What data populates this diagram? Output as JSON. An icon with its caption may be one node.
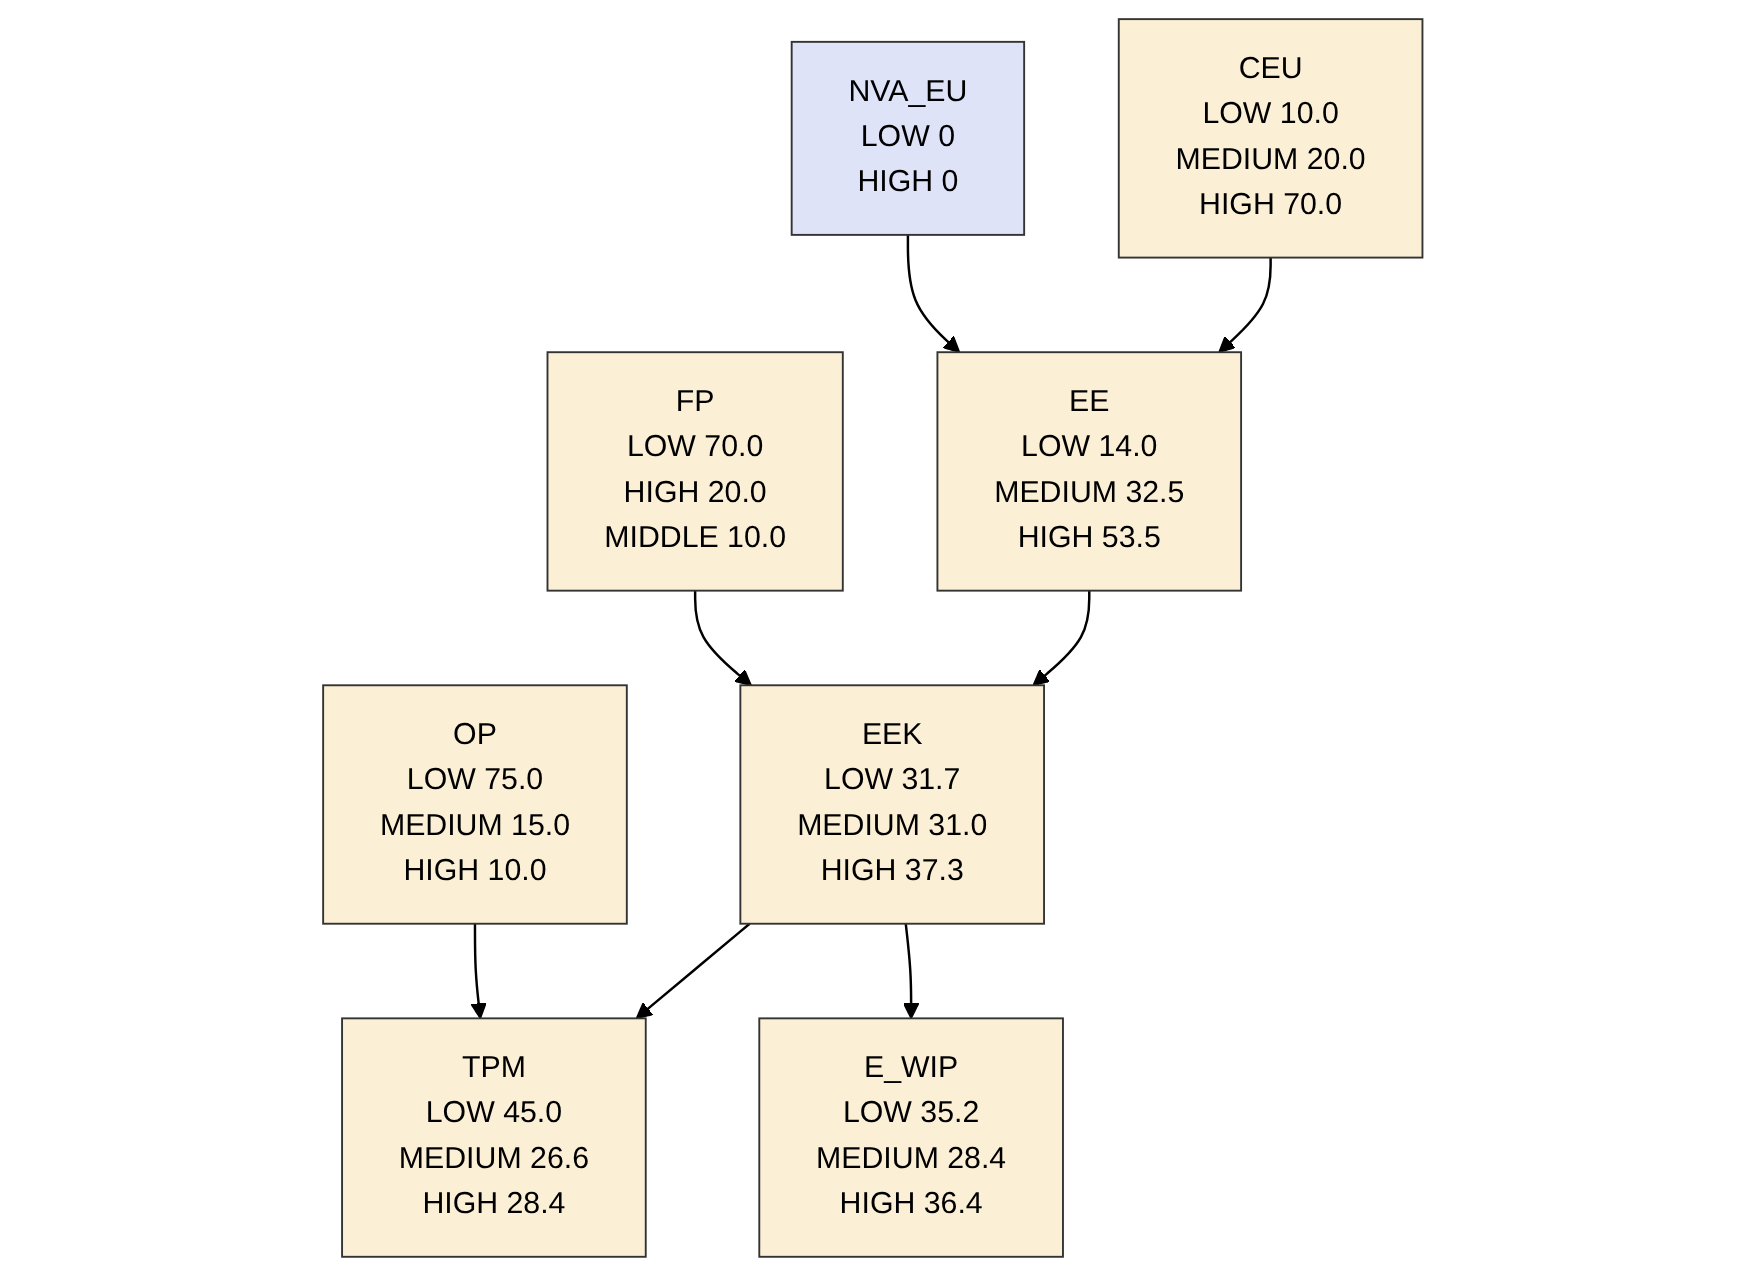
{
  "diagram": {
    "nodes": [
      {
        "text": [
          "CEU",
          "LOW 10.0",
          "MEDIUM 20.0",
          "HIGH 70.0"
        ]
      },
      {
        "text": [
          "FP",
          "LOW 70.0",
          "HIGH 20.0",
          "MIDDLE 10.0"
        ]
      },
      {
        "text": [
          "OP",
          "LOW 75.0",
          "MEDIUM 15.0",
          "HIGH 10.0"
        ]
      },
      {
        "text": [
          "TPM",
          "LOW 45.0",
          "MEDIUM 26.6",
          "HIGH 28.4"
        ]
      },
      {
        "text": [
          "EE",
          "LOW 14.0",
          "MEDIUM 32.5",
          "HIGH 53.5"
        ]
      },
      {
        "text": [
          "EEK",
          "LOW 31.7",
          "MEDIUM 31.0",
          "HIGH 37.3"
        ]
      },
      {
        "text": [
          "E_WIP",
          "LOW 35.2",
          "MEDIUM 28.4",
          "HIGH 36.4"
        ]
      },
      {
        "text": [
          "NVA_EU",
          "LOW 0",
          "HIGH 0"
        ]
      }
    ],
    "edges": [
      {
        "from": 0,
        "to": 4,
        "arrow": "to"
      },
      {
        "from": 1,
        "to": 5,
        "arrow": "to"
      },
      {
        "from": 2,
        "to": 3,
        "arrow": "to"
      },
      {
        "from": 4,
        "to": 5,
        "arrow": "to"
      },
      {
        "from": 5,
        "to": 6,
        "arrow": "to"
      },
      {
        "from": 5,
        "to": 3,
        "arrow": "to"
      },
      {
        "from": 7,
        "to": 4,
        "arrow": "to"
      }
    ]
  }
}
